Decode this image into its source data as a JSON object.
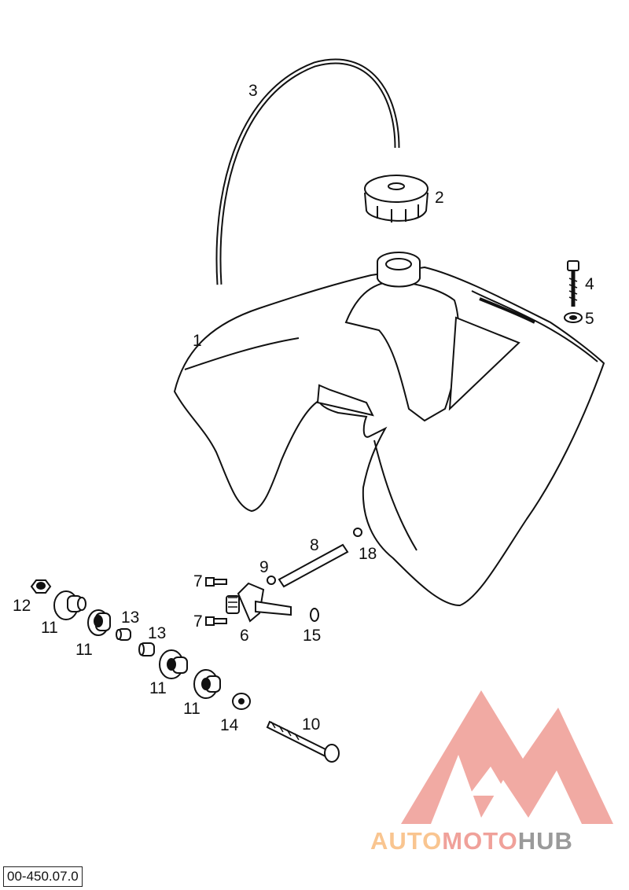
{
  "diagram": {
    "reference_code": "00-450.07.0",
    "callouts": {
      "c1": "1",
      "c2": "2",
      "c3": "3",
      "c4": "4",
      "c5": "5",
      "c6": "6",
      "c7a": "7",
      "c7b": "7",
      "c8": "8",
      "c9": "9",
      "c10": "10",
      "c11a": "11",
      "c11b": "11",
      "c11c": "11",
      "c11d": "11",
      "c12": "12",
      "c13a": "13",
      "c13b": "13",
      "c14": "14",
      "c15": "15",
      "c18": "18"
    }
  },
  "watermark": {
    "text_part1": "AUTO",
    "text_part2": "MOTO",
    "text_part3": "HUB",
    "color_orange": "#f9c590",
    "color_red": "#f0a19a",
    "color_gray": "#9a9a9a"
  }
}
